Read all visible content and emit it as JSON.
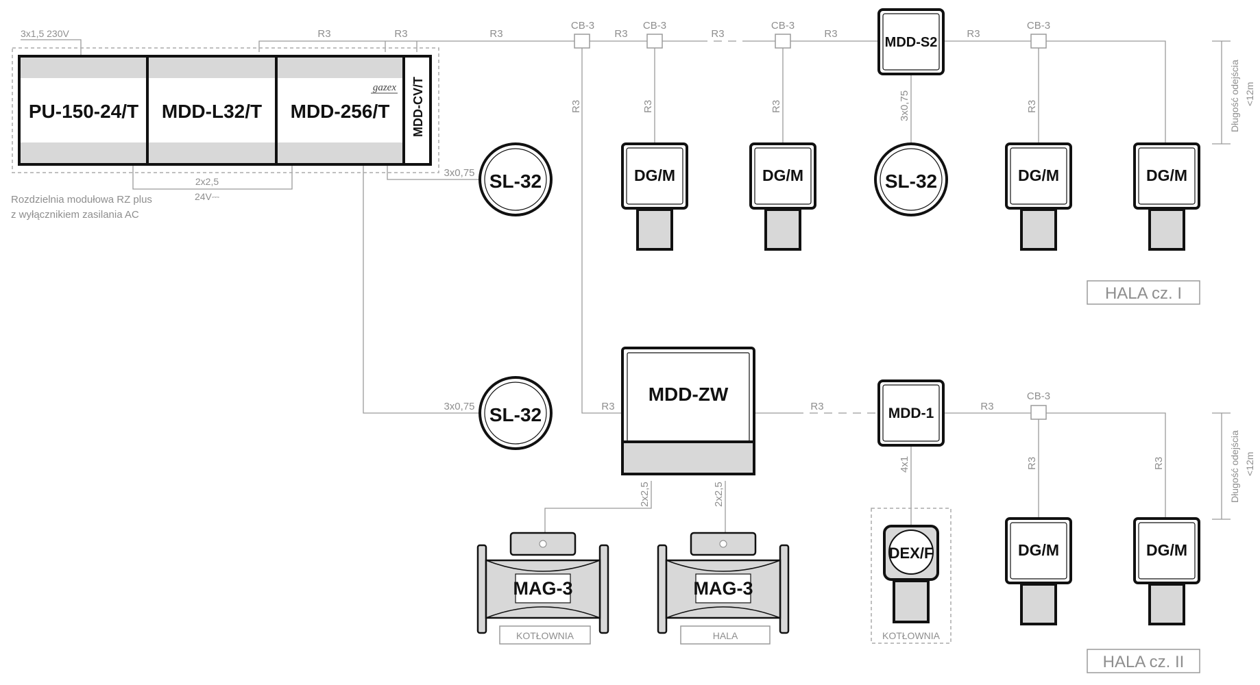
{
  "cabinet": {
    "modules": [
      "PU-150-24/T",
      "MDD-L32/T",
      "MDD-256/T",
      "MDD-CV/T"
    ],
    "brand": "gazex",
    "title": "Rozdzielnia modułowa RZ plus",
    "subtitle": "z wyłącznikiem zasilania AC",
    "power_label": "3x1,5  230V",
    "bus_cable": "2x2,5",
    "bus_voltage": "24V⎓"
  },
  "devices": {
    "dg": "DG/M",
    "sl": "SL-32",
    "mdd_s2": "MDD-S2",
    "mdd_zw": "MDD-ZW",
    "mdd_1": "MDD-1",
    "mag": "MAG-3",
    "dex": "DEX/F"
  },
  "cables": {
    "r3": "R3",
    "cb3": "CB-3",
    "c075": "3x0,75",
    "c25": "2x2,5",
    "c4x1": "4x1"
  },
  "areas": {
    "hala1": "HALA cz. I",
    "hala2": "HALA cz. II",
    "kotlownia": "KOTŁOWNIA",
    "hala": "HALA"
  },
  "dimension": {
    "line1": "Długość odejścia",
    "line2": "<12m"
  },
  "colors": {
    "wire": "#9a9a9a",
    "device_fill": "#d8d8d8",
    "outline": "#111111"
  }
}
